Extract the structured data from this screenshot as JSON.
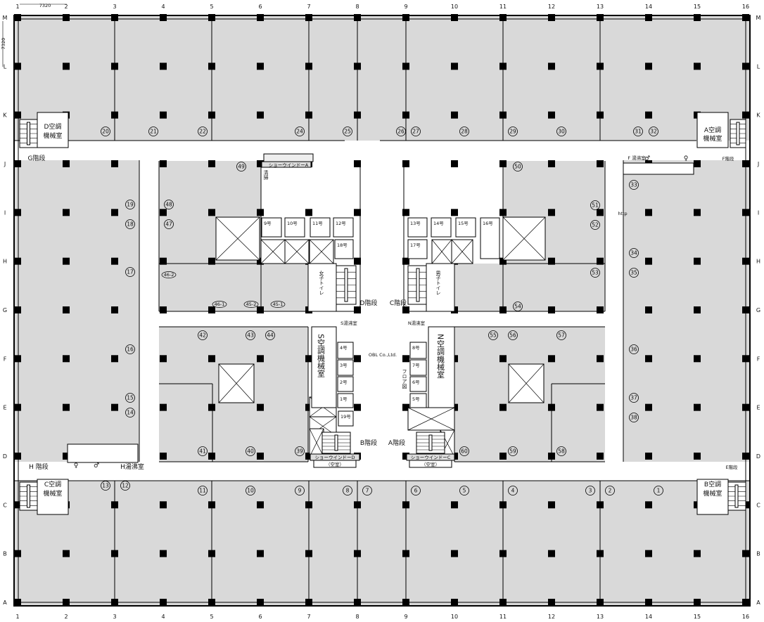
{
  "grid": {
    "columns": [
      "1",
      "2",
      "3",
      "4",
      "5",
      "6",
      "7",
      "8",
      "9",
      "10",
      "11",
      "12",
      "13",
      "14",
      "15",
      "16"
    ],
    "rows": [
      "M",
      "L",
      "K",
      "J",
      "I",
      "H",
      "G",
      "F",
      "E",
      "D",
      "C",
      "B",
      "A"
    ],
    "dimension_x": "7320",
    "dimension_y": "7320"
  },
  "units": [
    "20",
    "21",
    "22",
    "24",
    "25",
    "26",
    "27",
    "28",
    "29",
    "30",
    "31",
    "32",
    "19",
    "18",
    "17",
    "16",
    "15",
    "14",
    "13",
    "12",
    "11",
    "10",
    "9",
    "8",
    "7",
    "6",
    "5",
    "4",
    "3",
    "2",
    "1",
    "33",
    "34",
    "35",
    "36",
    "37",
    "38",
    "49",
    "48",
    "47",
    "50",
    "51",
    "52",
    "53",
    "54",
    "42",
    "43",
    "44",
    "41",
    "40",
    "39",
    "55",
    "56",
    "57",
    "60",
    "59",
    "58"
  ],
  "sub_units": [
    "46-2",
    "46-1",
    "45-2",
    "45-1"
  ],
  "rooms": {
    "d_ac": [
      "D空調",
      "機械室"
    ],
    "a_ac": [
      "A空調",
      "機械室"
    ],
    "c_ac": [
      "C空調",
      "機械室"
    ],
    "b_ac": [
      "B空調",
      "機械室"
    ],
    "g_stairs": "G階段",
    "f_stairs": "F階段",
    "h_stairs": "H 階段",
    "e_stairs": "E階段",
    "d_stairs": "D階段",
    "c_stairs": "C階段",
    "b_stairs": "B階段",
    "a_stairs": "A階段",
    "f_kitchen": "F 湯沸室",
    "h_kitchen": "H湯沸室",
    "s_kitchen": "S湯沸室",
    "n_kitchen": "N湯沸室",
    "showwindow_a": "ショーウインドーA",
    "showwindow_d": "ショーウインドーD",
    "showwindow_c": "ショーウインドーC",
    "vacant_d": "（空室）",
    "vacant_c": "（空室）",
    "cleaning": "清掃",
    "womens_toilet": "女子トイレ",
    "mens_toilet": "男子トイレ",
    "s_ac": "S空調機械室",
    "n_ac": "N空調機械室",
    "floor_guide": "フロア図",
    "company": "OBL Co.,Ltd.",
    "http_box": "http",
    "male": "♂",
    "female": "♀"
  },
  "elevators": [
    "9号",
    "10号",
    "11号",
    "12号",
    "18号",
    "13号",
    "14号",
    "15号",
    "16号",
    "17号",
    "4号",
    "3号",
    "2号",
    "1号",
    "19号",
    "8号",
    "7号",
    "6号",
    "5号"
  ],
  "colors": {
    "floor": "#d9d9d9",
    "wall": "#000000",
    "corridor": "#ffffff"
  }
}
